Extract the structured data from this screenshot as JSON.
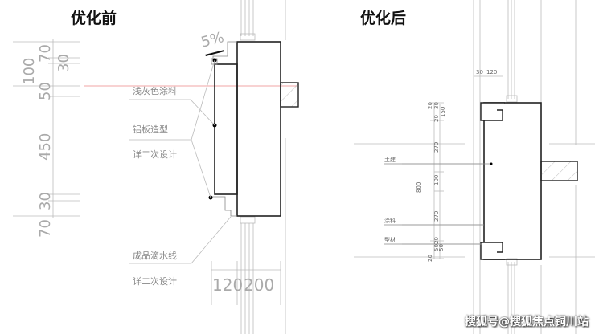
{
  "titles": {
    "before": "优化前",
    "after": "优化后"
  },
  "watermark": "搜狐号@搜狐焦点铜川站",
  "before": {
    "slope": "5%",
    "dims_vertical": [
      "70",
      "30",
      "100",
      "50",
      "450",
      "30",
      "70"
    ],
    "dims_horizontal": [
      "120",
      "200"
    ],
    "labels": {
      "coating": "浅灰色涂料",
      "aluminum": "铝板造型",
      "detail1": "详二次设计",
      "drip": "成品滴水线",
      "detail2": "详二次设计"
    }
  },
  "after": {
    "dims_horizontal": [
      "30",
      "120"
    ],
    "dims_vertical_outer": [
      "20",
      "800",
      "20"
    ],
    "dims_vertical_inner": [
      "30",
      "150",
      "20",
      "270",
      "100",
      "270",
      "20",
      "50",
      "50"
    ],
    "labels": {
      "structure": "土建",
      "coating": "涂料",
      "profile": "型材"
    }
  },
  "colors": {
    "centerline": "#e88",
    "hatch": "#999",
    "outline": "#222"
  }
}
